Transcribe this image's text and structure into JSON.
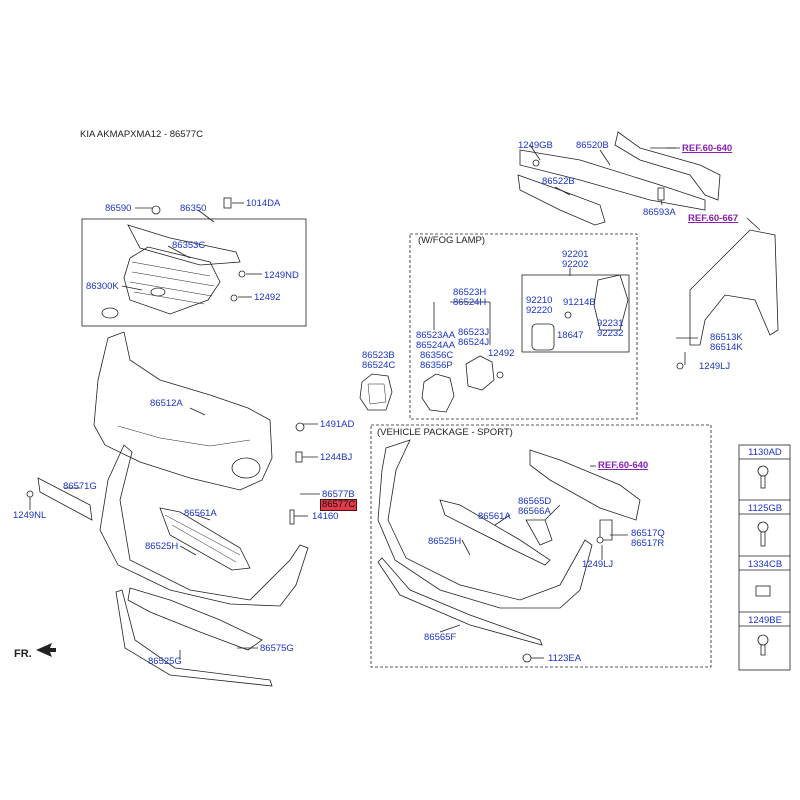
{
  "title": "KIA AKMAPXMA12 - 86577C",
  "direction_label": "FR.",
  "boxes": {
    "fog_lamp": "(W/FOG LAMP)",
    "sport": "(VEHICLE PACKAGE - SPORT)"
  },
  "refs": {
    "ref1": "REF.60-640",
    "ref2": "REF.60-667",
    "ref3": "REF.60-640"
  },
  "labels": {
    "p86590": "86590",
    "p86350": "86350",
    "p1014DA": "1014DA",
    "p86353C": "86353C",
    "p1249ND": "1249ND",
    "p86300K": "86300K",
    "p12492a": "12492",
    "p1249GB": "1249GB",
    "p86520B": "86520B",
    "p86522B": "86522B",
    "p86593A": "86593A",
    "p92201": "92201",
    "p92202": "92202",
    "p86523H": "86523H",
    "p86524H": "86524H",
    "p92210": "92210",
    "p92220": "92220",
    "p91214B": "91214B",
    "p86523AA": "86523AA",
    "p86524AA": "86524AA",
    "p86356C": "86356C",
    "p86356P": "86356P",
    "p86523J": "86523J",
    "p86524J": "86524J",
    "p12492b": "12492",
    "p18647": "18647",
    "p92231": "92231",
    "p92232": "92232",
    "p86523B": "86523B",
    "p86524C": "86524C",
    "p86513K": "86513K",
    "p86514K": "86514K",
    "p1249LJa": "1249LJ",
    "p86512A": "86512A",
    "p1491AD": "1491AD",
    "p1244BJ": "1244BJ",
    "p86571G": "86571G",
    "p1249NL": "1249NL",
    "p86577B": "86577B",
    "p86577C": "86577C",
    "p14160": "14160",
    "p86561Aa": "86561A",
    "p86525Ha": "86525H",
    "p86575G": "86575G",
    "p86525G": "86525G",
    "p86565D": "86565D",
    "p86566A": "86566A",
    "p86561Ab": "86561A",
    "p86525Hb": "86525H",
    "p86517Q": "86517Q",
    "p86517R": "86517R",
    "p1249LJb": "1249LJ",
    "p86565F": "86565F",
    "p1123EA": "1123EA"
  },
  "fasteners": [
    "1130AD",
    "1125GB",
    "1334CB",
    "1249BE"
  ]
}
